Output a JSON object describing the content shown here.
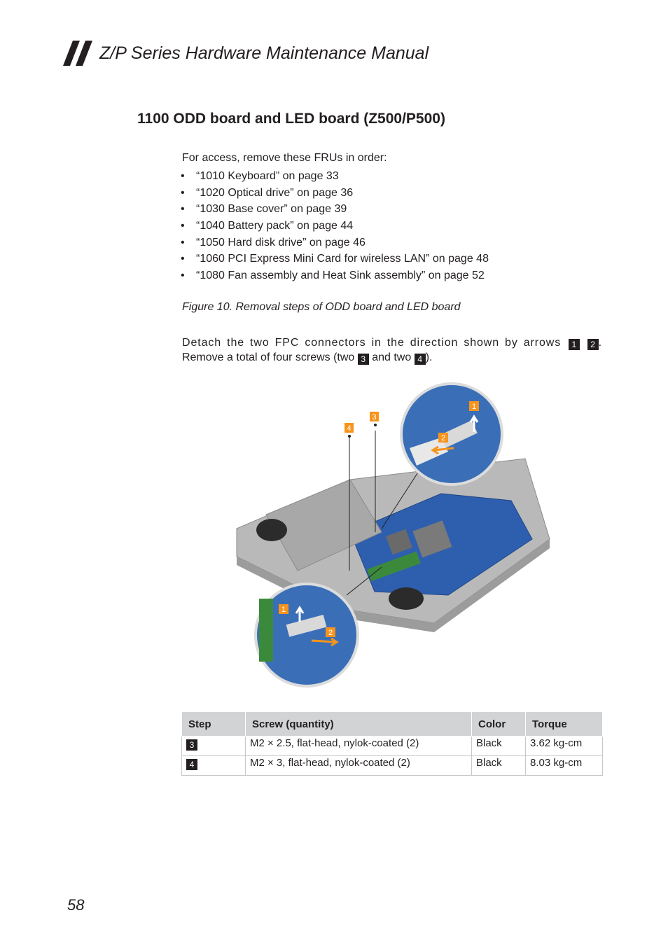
{
  "header": {
    "title": "Z/P Series Hardware Maintenance Manual"
  },
  "section": {
    "title": "1100 ODD board and LED board (Z500/P500)"
  },
  "intro": "For access, remove these FRUs in order:",
  "fru_list": [
    "“1010 Keyboard” on page 33",
    "“1020 Optical drive” on page 36",
    "“1030 Base cover” on page 39",
    "“1040 Battery pack” on page 44",
    "“1050 Hard disk drive” on page 46",
    "“1060 PCI Express Mini Card for wireless LAN” on page 48",
    "“1080 Fan assembly and Heat Sink assembly” on page 52"
  ],
  "figure_caption": "Figure 10. Removal steps of ODD board and LED board",
  "instruction": {
    "words": [
      "Detach",
      "the",
      "two",
      "FPC",
      "connectors",
      "in",
      "the",
      "direction",
      "shown",
      "by",
      "arrows"
    ],
    "box1": "1",
    "box2": "2",
    "line2_a": "Remove a total of four screws (two",
    "box3": "3",
    "line2_b": "and two",
    "box4": "4",
    "line2_c": ")."
  },
  "figure": {
    "callouts": [
      "1",
      "2",
      "3",
      "4"
    ],
    "colors": {
      "callout": "#f7941d",
      "board": "#2e5fae",
      "chassis": "#b9b9b9"
    }
  },
  "table": {
    "headers": [
      "Step",
      "Screw (quantity)",
      "Color",
      "Torque"
    ],
    "rows": [
      {
        "step": "3",
        "screw": "M2 × 2.5, flat-head, nylok-coated (2)",
        "color": "Black",
        "torque": "3.62 kg-cm"
      },
      {
        "step": "4",
        "screw": "M2 × 3, flat-head, nylok-coated (2)",
        "color": "Black",
        "torque": "8.03 kg-cm"
      }
    ]
  },
  "page_number": "58"
}
